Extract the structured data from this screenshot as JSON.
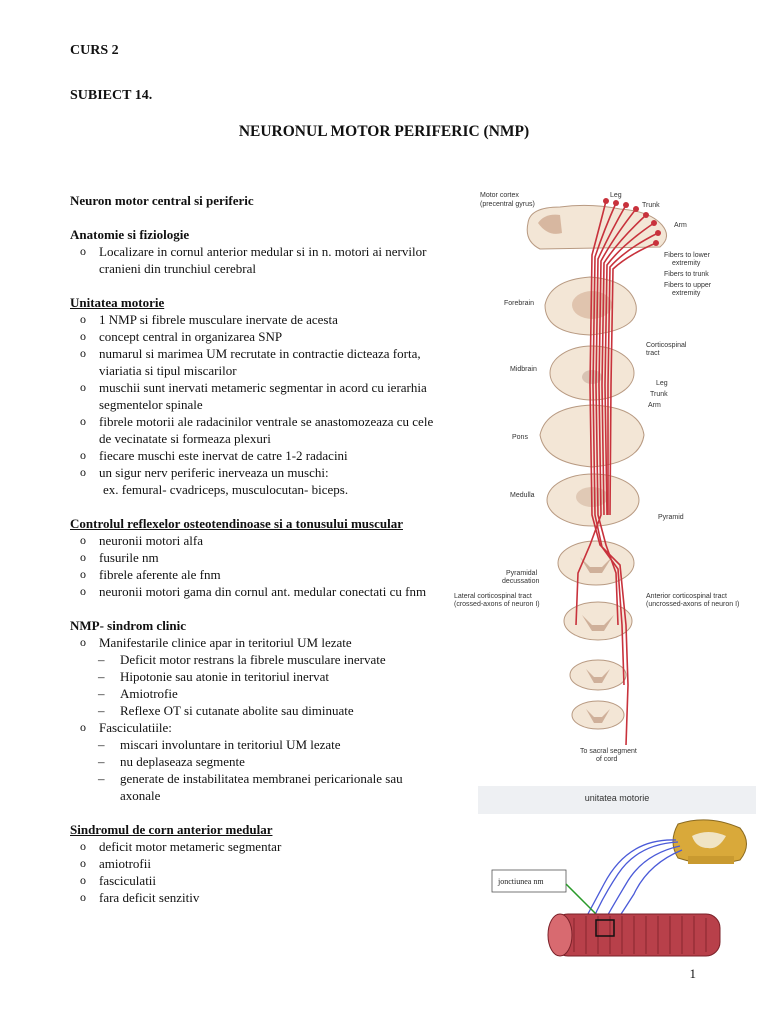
{
  "header": {
    "course": "CURS 2",
    "subject": "SUBIECT 14."
  },
  "title": "NEURONUL MOTOR PERIFERIC (NMP)",
  "sections": {
    "intro": {
      "title": "Neuron motor central si periferic"
    },
    "anat": {
      "title": "Anatomie si fiziologie",
      "items": [
        "Localizare in cornul anterior medular si in n. motori ai nervilor cranieni din trunchiul cerebral"
      ]
    },
    "um": {
      "title": "Unitatea motorie",
      "items": [
        "1 NMP si fibrele musculare inervate de acesta",
        "concept central in organizarea SNP",
        "numarul si marimea  UM  recrutate in contractie dicteaza forta, viariatia si tipul miscarilor",
        "muschii sunt inervati metameric segmentar in acord cu ierarhia segmentelor spinale",
        "fibrele motorii ale radacinilor ventrale se anastomozeaza cu cele de vecinatate si formeaza plexuri",
        "fiecare muschi este inervat de catre 1-2 radacini",
        "un sigur nerv periferic inerveaza un muschi:"
      ],
      "example": "ex. femural- cvadriceps, musculocutan- biceps."
    },
    "reflex": {
      "title": "Controlul reflexelor osteotendinoase si a tonusului muscular",
      "items": [
        "neuronii motori alfa",
        "fusurile nm",
        "fibrele aferente ale fnm",
        "neuronii motori gama din cornul ant. medular conectati cu fnm"
      ]
    },
    "clinic": {
      "title": "NMP- sindrom clinic",
      "item1": "Manifestarile clinice apar in teritoriul UM lezate",
      "sub1": [
        "Deficit motor restrans la fibrele musculare inervate",
        "Hipotonie sau atonie in teritoriul inervat",
        "Amiotrofie",
        "Reflexe OT si cutanate abolite sau diminuate"
      ],
      "item2": "Fasciculatiile:",
      "sub2": [
        "miscari involuntare in teritoriul UM lezate",
        "nu deplaseaza segmente",
        "generate de instabilitatea membranei pericarionale sau axonale"
      ]
    },
    "corn": {
      "title": "Sindromul de corn anterior medular",
      "items": [
        "deficit motor metameric segmentar",
        "amiotrofii",
        "fasciculatii",
        "fara deficit senzitiv"
      ]
    }
  },
  "figure1": {
    "labels": {
      "motor_cortex": "Motor cortex",
      "precentral": "(precentral gyrus)",
      "leg": "Leg",
      "trunk": "Trunk",
      "arm": "Arm",
      "fibers_lower_1": "Fibers to lower",
      "fibers_lower_2": "extremity",
      "fibers_trunk": "Fibers to trunk",
      "fibers_upper_1": "Fibers to upper",
      "fibers_upper_2": "extremity",
      "forebrain": "Forebrain",
      "corticospinal_1": "Corticospinal",
      "corticospinal_2": "tract",
      "midbrain": "Midbrain",
      "leg2": "Leg",
      "trunk2": "Trunk",
      "arm2": "Arm",
      "pons": "Pons",
      "medulla": "Medulla",
      "pyramid": "Pyramid",
      "pyr_dec_1": "Pyramidal",
      "pyr_dec_2": "decussation",
      "lateral_1": "Lateral corticospinal tract",
      "lateral_2": "(crossed-axons of neuron I)",
      "anterior_1": "Anterior corticospinal tract",
      "anterior_2": "(uncrossed-axons of neuron I)",
      "sacral_1": "To sacral segment",
      "sacral_2": "of cord"
    }
  },
  "figure2": {
    "title": "unitatea motorie",
    "label": "jonctiunea nm"
  },
  "colors": {
    "tract": "#c8323c",
    "tissue": "#f3e6d6",
    "gray": "#c9a48a",
    "muscle": "#b8404a",
    "nerve": "#4a5ad8",
    "ganglion": "#d9a93a"
  },
  "page_number": "1"
}
